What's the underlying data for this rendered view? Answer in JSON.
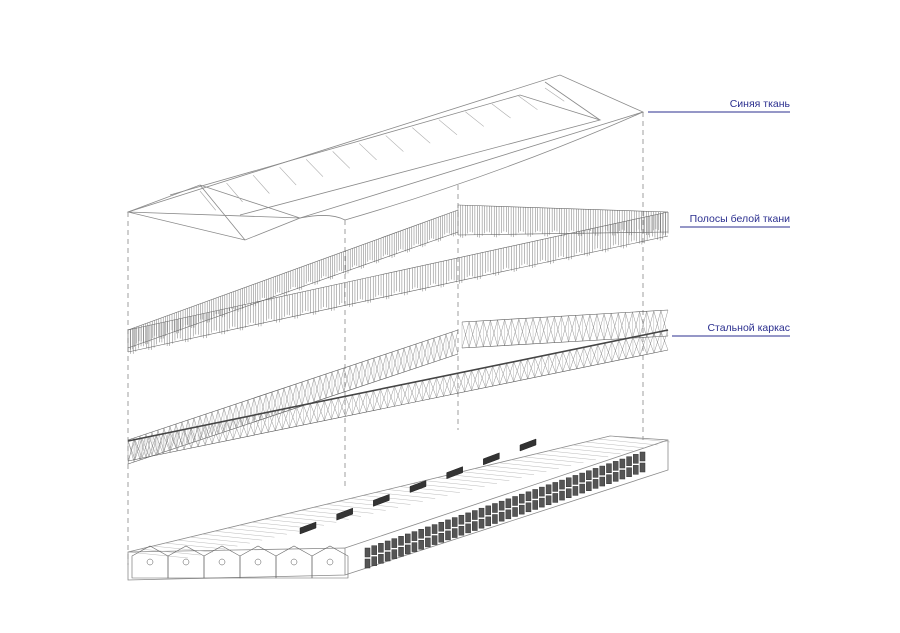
{
  "diagram": {
    "layers": [
      {
        "id": "blue_fabric",
        "label": "Синяя ткань"
      },
      {
        "id": "white_fabric_strips",
        "label": "Полосы белой ткани"
      },
      {
        "id": "steel_frame",
        "label": "Стальной каркас"
      }
    ],
    "colors": {
      "callout": "#2b2f8f",
      "linework": "#8a8a8a",
      "frame": "#444444",
      "background": "#ffffff"
    }
  }
}
